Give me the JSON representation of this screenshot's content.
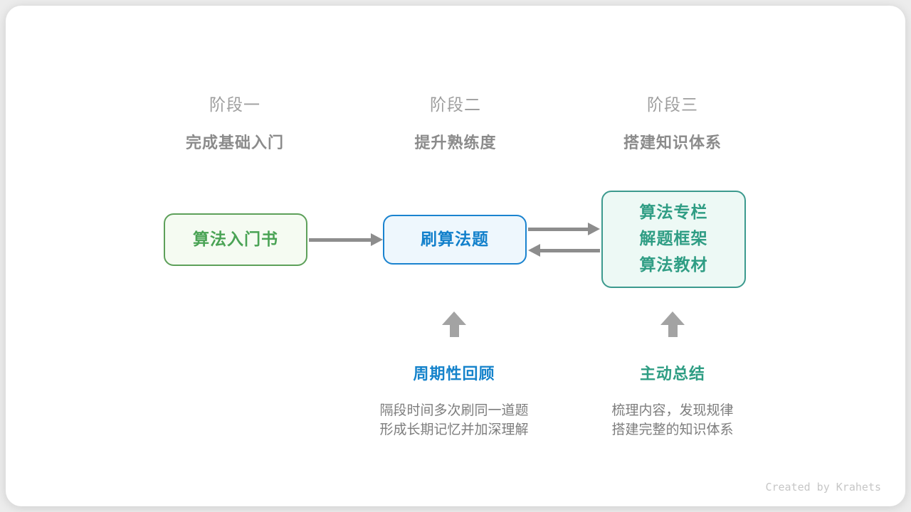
{
  "canvas": {
    "background_color": "#ececec",
    "card_color": "#ffffff"
  },
  "stages": [
    {
      "label": "阶段一",
      "subtitle": "完成基础入门"
    },
    {
      "label": "阶段二",
      "subtitle": "提升熟练度"
    },
    {
      "label": "阶段三",
      "subtitle": "搭建知识体系"
    }
  ],
  "nodes": [
    {
      "id": "intro-book",
      "lines": [
        "算法入门书"
      ],
      "border_color": "#5da05a",
      "text_color": "#4aa355",
      "bg_color": "#f5fbf2"
    },
    {
      "id": "practice-problems",
      "lines": [
        "刷算法题"
      ],
      "border_color": "#1a83cf",
      "text_color": "#1280cb",
      "bg_color": "#eef7fd"
    },
    {
      "id": "knowledge-system",
      "lines": [
        "算法专栏",
        "解题框架",
        "算法教材"
      ],
      "border_color": "#3c9a8e",
      "text_color": "#2f9d84",
      "bg_color": "#edf9f5"
    }
  ],
  "connections": [
    {
      "from": "intro-book",
      "to": "practice-problems",
      "direction": "right"
    },
    {
      "from": "practice-problems",
      "to": "knowledge-system",
      "direction": "right"
    },
    {
      "from": "knowledge-system",
      "to": "practice-problems",
      "direction": "left"
    }
  ],
  "annotations": [
    {
      "title": "周期性回顾",
      "title_color": "#1583cb",
      "lines": [
        "隔段时间多次刷同一道题",
        "形成长期记忆并加深理解"
      ],
      "points_to": "practice-problems"
    },
    {
      "title": "主动总结",
      "title_color": "#2e9d83",
      "lines": [
        "梳理内容，发现规律",
        "搭建完整的知识体系"
      ],
      "points_to": "knowledge-system"
    }
  ],
  "arrow_color": "#8d8d8d",
  "up_arrow_color": "#a3a3a3",
  "credit": "Created by Krahets"
}
